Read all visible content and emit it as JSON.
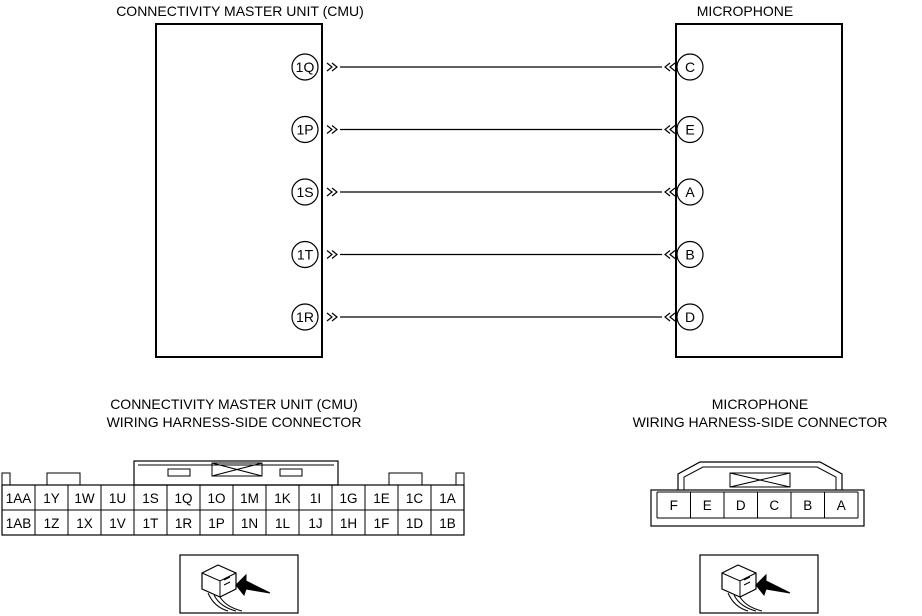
{
  "diagram": {
    "cmu_title": "CONNECTIVITY MASTER UNIT (CMU)",
    "mic_title": "MICROPHONE",
    "wires": [
      {
        "cmu_pin": "1Q",
        "mic_pin": "C"
      },
      {
        "cmu_pin": "1P",
        "mic_pin": "E"
      },
      {
        "cmu_pin": "1S",
        "mic_pin": "A"
      },
      {
        "cmu_pin": "1T",
        "mic_pin": "B"
      },
      {
        "cmu_pin": "1R",
        "mic_pin": "D"
      }
    ]
  },
  "cmu_connector": {
    "title_line1": "CONNECTIVITY MASTER UNIT (CMU)",
    "title_line2": "WIRING HARNESS-SIDE CONNECTOR",
    "row1": [
      "1AA",
      "1Y",
      "1W",
      "1U",
      "1S",
      "1Q",
      "1O",
      "1M",
      "1K",
      "1I",
      "1G",
      "1E",
      "1C",
      "1A"
    ],
    "row2": [
      "1AB",
      "1Z",
      "1X",
      "1V",
      "1T",
      "1R",
      "1P",
      "1N",
      "1L",
      "1J",
      "1H",
      "1F",
      "1D",
      "1B"
    ]
  },
  "mic_connector": {
    "title_line1": "MICROPHONE",
    "title_line2": "WIRING HARNESS-SIDE CONNECTOR",
    "pins": [
      "F",
      "E",
      "D",
      "C",
      "B",
      "A"
    ]
  },
  "icons": {
    "cmu_view": "connector-view-arrow-icon",
    "mic_view": "connector-view-arrow-icon"
  }
}
